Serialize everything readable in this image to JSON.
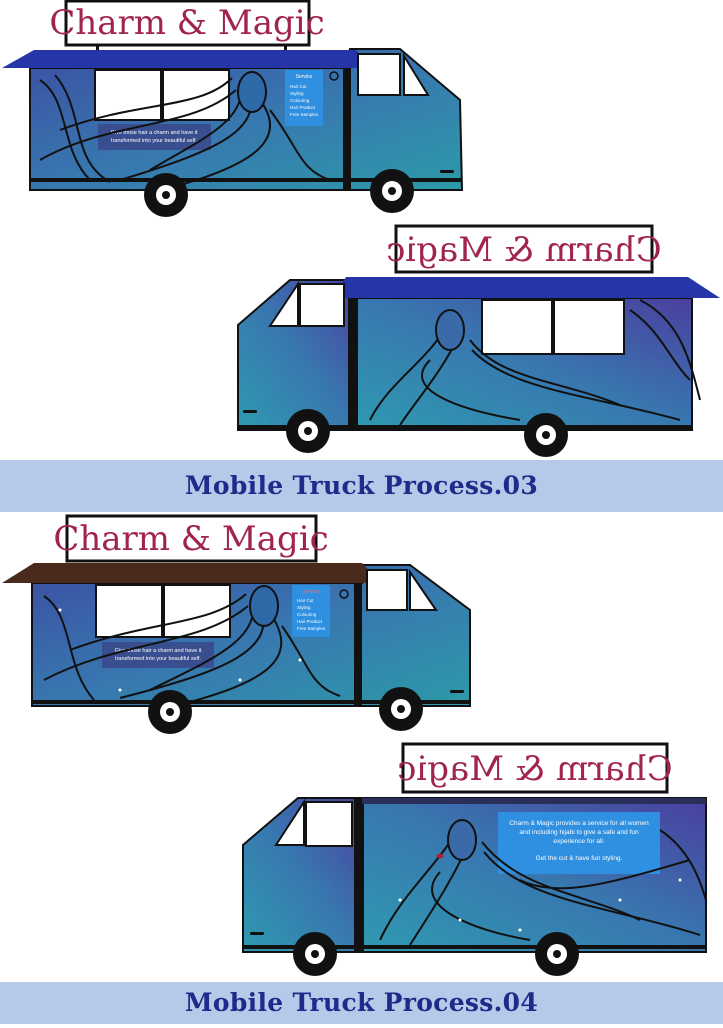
{
  "truck_sign": "Charm & Magic",
  "truck_sign_mirrored": "Charm & Magic",
  "process_3": {
    "caption": "Mobile Truck Process.03",
    "side_tagline_line1": "Give those hair a charm and have it",
    "side_tagline_line2": "transformed into your beautiful self.",
    "service_board": {
      "title": "Service",
      "items": [
        "Hair Cut",
        "Styling",
        "Colouring",
        "Hair Product",
        "Free Samples"
      ]
    }
  },
  "process_4": {
    "caption": "Mobile Truck Process.04",
    "side_tagline_line1": "Give those hair a charm and have it",
    "side_tagline_line2": "transformed into your beautiful self.",
    "service_board": {
      "title": "Service",
      "items": [
        "Hair Cut",
        "Styling",
        "Colouring",
        "Hair Product",
        "Free Samples"
      ]
    },
    "info_panel": {
      "line1": "Charm & Magic provides a service for all women",
      "line2": "and including hijabi to give a safe and fun",
      "line3": "experience for all.",
      "line4": "Get the cut & have fun styling."
    }
  },
  "colors": {
    "truck_body": "#3a63a8",
    "awning_blue": "#2536a8",
    "awning_brown": "#4a2a1c",
    "sign_text": "#a0244f",
    "caption_band": "#b7c9e8",
    "caption_text": "#1f2a8a",
    "panel_blue": "#2f8fe0"
  }
}
